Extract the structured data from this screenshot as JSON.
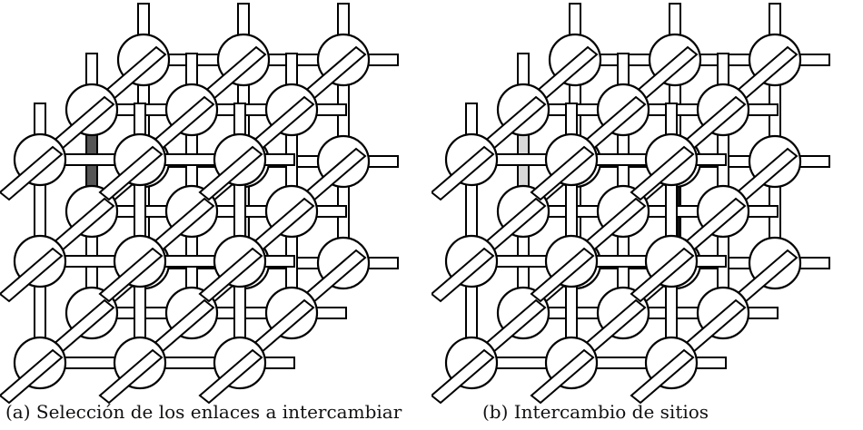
{
  "panels": [
    {
      "caption": "(a) Selección de los enlaces a intercambiar",
      "highlights": [
        {
          "layer": 1,
          "row": 0,
          "col": 0,
          "direction": "vertical",
          "shade": "dark-stippled"
        },
        {
          "layer": 2,
          "row": 1,
          "col": 1,
          "direction": "vertical",
          "shade": "light-stippled"
        }
      ]
    },
    {
      "caption": "(b) Intercambio de sitios",
      "highlights": [
        {
          "layer": 1,
          "row": 0,
          "col": 0,
          "direction": "vertical",
          "shade": "light-stippled"
        },
        {
          "layer": 2,
          "row": 1,
          "col": 1,
          "direction": "vertical",
          "shade": "solid-black"
        }
      ]
    }
  ],
  "lattice": {
    "layers": 3,
    "rows": 3,
    "cols": 3
  },
  "colors": {
    "node_fill": "#ffffff",
    "outline": "#000000",
    "dark_stippled": "#555555",
    "light_stippled": "#d9d9d9",
    "solid_black": "#111111"
  }
}
